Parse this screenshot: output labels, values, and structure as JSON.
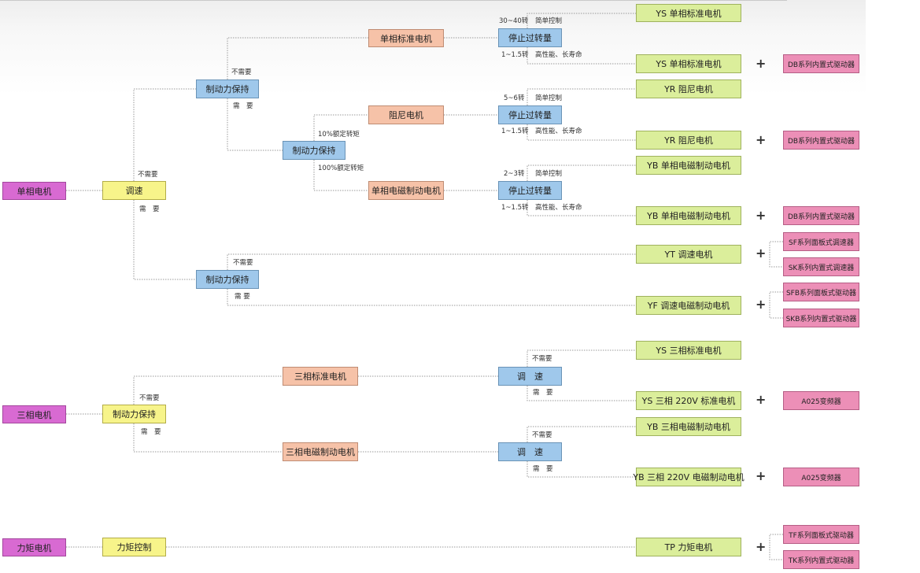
{
  "nodes": {
    "single_phase_motor": "单相电机",
    "speed_regulation_single": "调速",
    "brake_hold_upper": "制动力保持",
    "std_motor_single": "单相标准电机",
    "stop_overrun_1": "停止过转量",
    "ys_single_std_1": "YS 单相标准电机",
    "ys_single_std_2": "YS 单相标准电机",
    "db_driver_1": "DB系列内置式驱动器",
    "brake_hold_mid": "制动力保持",
    "resist_motor": "阻尼电机",
    "stop_overrun_2": "停止过转量",
    "yr_resist_1": "YR 阻尼电机",
    "yr_resist_2": "YR 阻尼电机",
    "db_driver_2": "DB系列内置式驱动器",
    "em_brake_single": "单相电磁制动电机",
    "stop_overrun_3": "停止过转量",
    "yb_single_em_1": "YB 单相电磁制动电机",
    "yb_single_em_2": "YB 单相电磁制动电机",
    "db_driver_3": "DB系列内置式驱动器",
    "brake_hold_lower": "制动力保持",
    "yt_speed_motor": "YT 调速电机",
    "sf_panel_ctrl": "SF系列面板式调速器",
    "sk_builtin_ctrl": "SK系列内置式调速器",
    "yf_speed_em_motor": "YF 调速电磁制动电机",
    "sfb_panel_driver": "SFB系列面板式驱动器",
    "skb_builtin_driver": "SKB系列内置式驱动器",
    "three_phase_motor": "三相电机",
    "brake_hold_three": "制动力保持",
    "three_std_motor": "三相标准电机",
    "speed_three_1": "调　速",
    "ys_three_std": "YS 三相标准电机",
    "ys_three_220": "YS 三相 220V 标准电机",
    "a025_vfd_1": "A025变频器",
    "three_em_motor": "三相电磁制动电机",
    "speed_three_2": "调　速",
    "yb_three_em": "YB 三相电磁制动电机",
    "yb_three_220": "YB 三相 220V 电磁制动电机",
    "a025_vfd_2": "A025变频器",
    "torque_motor": "力矩电机",
    "torque_control": "力矩控制",
    "tp_torque_motor": "TP 力矩电机",
    "tf_panel_driver": "TF系列面板式驱动器",
    "tk_builtin_driver": "TK系列内置式驱动器"
  },
  "labels": {
    "not_needed": "不需要",
    "needed": "需　要",
    "needed_tight": "需 要",
    "rev_30_40": "30~40转",
    "rev_1_15": "1~1.5转",
    "rev_5_6": "5~6转",
    "rev_2_3": "2~3转",
    "simple_control": "简单控制",
    "high_perf": "高性能、长寿命",
    "torque_10": "10%额定转矩",
    "torque_100": "100%额定转矩"
  },
  "plus_sign": "+",
  "colors": {
    "category": "#d86ad2",
    "first_choice": "#f7f48a",
    "option": "#9fc8eb",
    "motor_type": "#f6c2a8",
    "model": "#dbee9b",
    "driver": "#ec8fb7",
    "connector": "#9a9a9a"
  }
}
